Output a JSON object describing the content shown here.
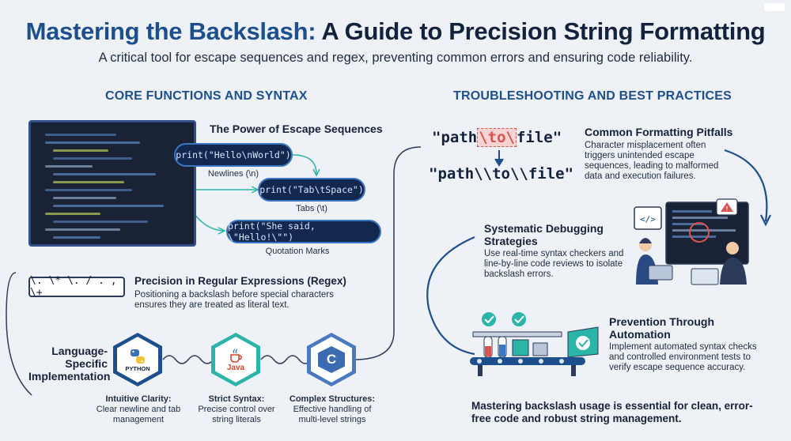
{
  "title": {
    "part1": "Mastering the Backslash:",
    "part2": " A Guide to Precision String Formatting"
  },
  "subtitle": "A critical tool for escape sequences and regex, preventing common errors and ensuring code reliability.",
  "left": {
    "heading": "CORE FUNCTIONS AND SYNTAX",
    "escape": {
      "heading": "The Power of Escape Sequences",
      "items": [
        {
          "code": "print(\"Hello\\nWorld\")",
          "label": "Newlines (\\n)"
        },
        {
          "code": "print(\"Tab\\tSpace\")",
          "label": "Tabs (\\t)"
        },
        {
          "code": "print(\"She said, \\\"Hello!\\\"\")",
          "label": "Quotation Marks"
        }
      ]
    },
    "regex": {
      "sample": "\\. \\* \\. / . , \\+",
      "heading": "Precision in Regular Expressions (Regex)",
      "body": "Positioning a backslash before special characters ensures they are treated as literal text."
    },
    "language": {
      "heading": "Language-Specific Implementation",
      "langs": [
        {
          "name": "PYTHON",
          "title": "Intuitive Clarity:",
          "desc": "Clear newline and tab management"
        },
        {
          "name": "Java",
          "title": "Strict Syntax:",
          "desc": "Precise control over string literals"
        },
        {
          "name": "C",
          "title": "Complex Structures:",
          "desc": "Effective handling of multi-level strings"
        }
      ]
    }
  },
  "right": {
    "heading": "TROUBLESHOOTING AND BEST PRACTICES",
    "path_bad": {
      "pre": "\"path",
      "mid": "\\to\\",
      "post": "file\""
    },
    "path_good": "\"path\\\\to\\\\file\"",
    "pitfalls": {
      "heading": "Common Formatting Pitfalls",
      "body": "Character misplacement often triggers unintended escape sequences, leading to malformed data and execution failures."
    },
    "debug": {
      "heading": "Systematic Debugging Strategies",
      "body": "Use real-time syntax checkers and line-by-line code reviews to isolate backslash errors."
    },
    "prevention": {
      "heading": "Prevention Through Automation",
      "body": "Implement automated syntax checks and controlled environment tests to verify escape sequence accuracy."
    },
    "conclusion": "Mastering backslash usage is essential for clean, error-free code and robust string management."
  },
  "colors": {
    "accent": "#1d4f8f",
    "navy": "#14233d",
    "pill_border": "#3b76c4",
    "teal": "#2bb5a8",
    "error": "#d9534f"
  }
}
